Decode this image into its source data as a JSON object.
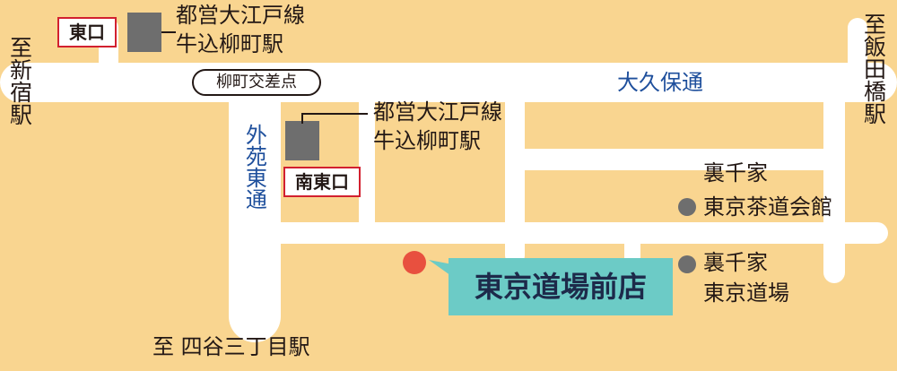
{
  "roads": {
    "main_street": "大久保通",
    "sotobori": "外苑東通"
  },
  "intersection": "柳町交差点",
  "directions": {
    "west": "至新宿駅",
    "east": "至飯田橋駅",
    "south": "至 四谷三丁目駅"
  },
  "stations": {
    "east_exit": {
      "label": "東口",
      "line": "都営大江戸線",
      "name": "牛込柳町駅"
    },
    "southeast_exit": {
      "label": "南東口",
      "line": "都営大江戸線",
      "name": "牛込柳町駅"
    }
  },
  "landmarks": [
    {
      "line1": "裏千家",
      "line2": "東京茶道会館"
    },
    {
      "line1": "裏千家",
      "line2": "東京道場"
    }
  ],
  "store": {
    "name": "東京道場前店"
  },
  "colors": {
    "background": "#f9d590",
    "road": "#ffffff",
    "exit_border": "#d2202f",
    "station_marker": "#6e6e6e",
    "store_dot": "#e8503f",
    "store_label_bg": "#6ccbc6",
    "road_name": "#1e4f9c"
  }
}
